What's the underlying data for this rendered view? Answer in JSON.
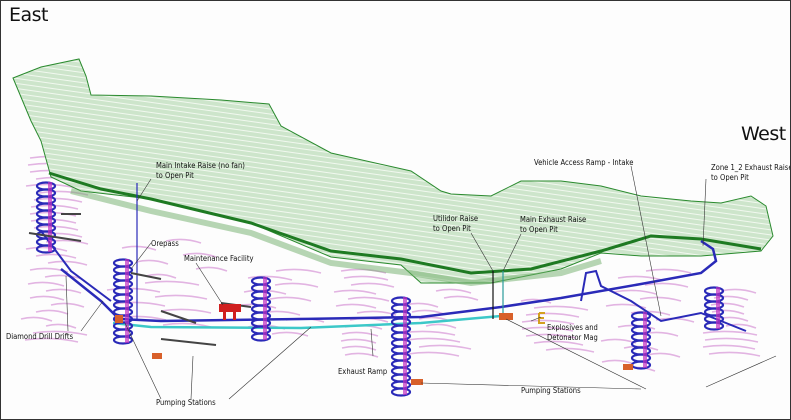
{
  "orientation": {
    "left": "East",
    "right": "West"
  },
  "labels": {
    "main_intake_raise": {
      "line1": "Main Intake Raise (no fan)",
      "line2": "to Open Pit"
    },
    "orepass": "Orepass",
    "maintenance_facility": "Maintenance Facility",
    "utilidor_raise": {
      "line1": "Utilidor Raise",
      "line2": "to Open Pit"
    },
    "main_exhaust_raise": {
      "line1": "Main Exhaust Raise",
      "line2": "to Open Pit"
    },
    "vehicle_access_ramp": "Vehicle Access Ramp - Intake",
    "zone_exhaust_raise": {
      "line1": "Zone 1_2 Exhaust Raise",
      "line2": "to Open Pit"
    },
    "diamond_drill_drifts": "Diamond Drill Drifts",
    "pumping_stations_left": "Pumping Stations",
    "exhaust_ramp": "Exhaust Ramp",
    "pumping_stations_right": "Pumping Stations",
    "explosives_mag": {
      "line1": "Explosives and",
      "line2": "Detonator Mag"
    }
  },
  "colors": {
    "pit_fill": "#cfe6cc",
    "pit_edge": "#1e7a22",
    "ramp": "#2a2ab8",
    "exhaust_ramp": "#3cc8c8",
    "drifts": "#e2b4e2",
    "pumping": "#d8602a",
    "facility": "#d02020",
    "mag": "#d4a020"
  }
}
